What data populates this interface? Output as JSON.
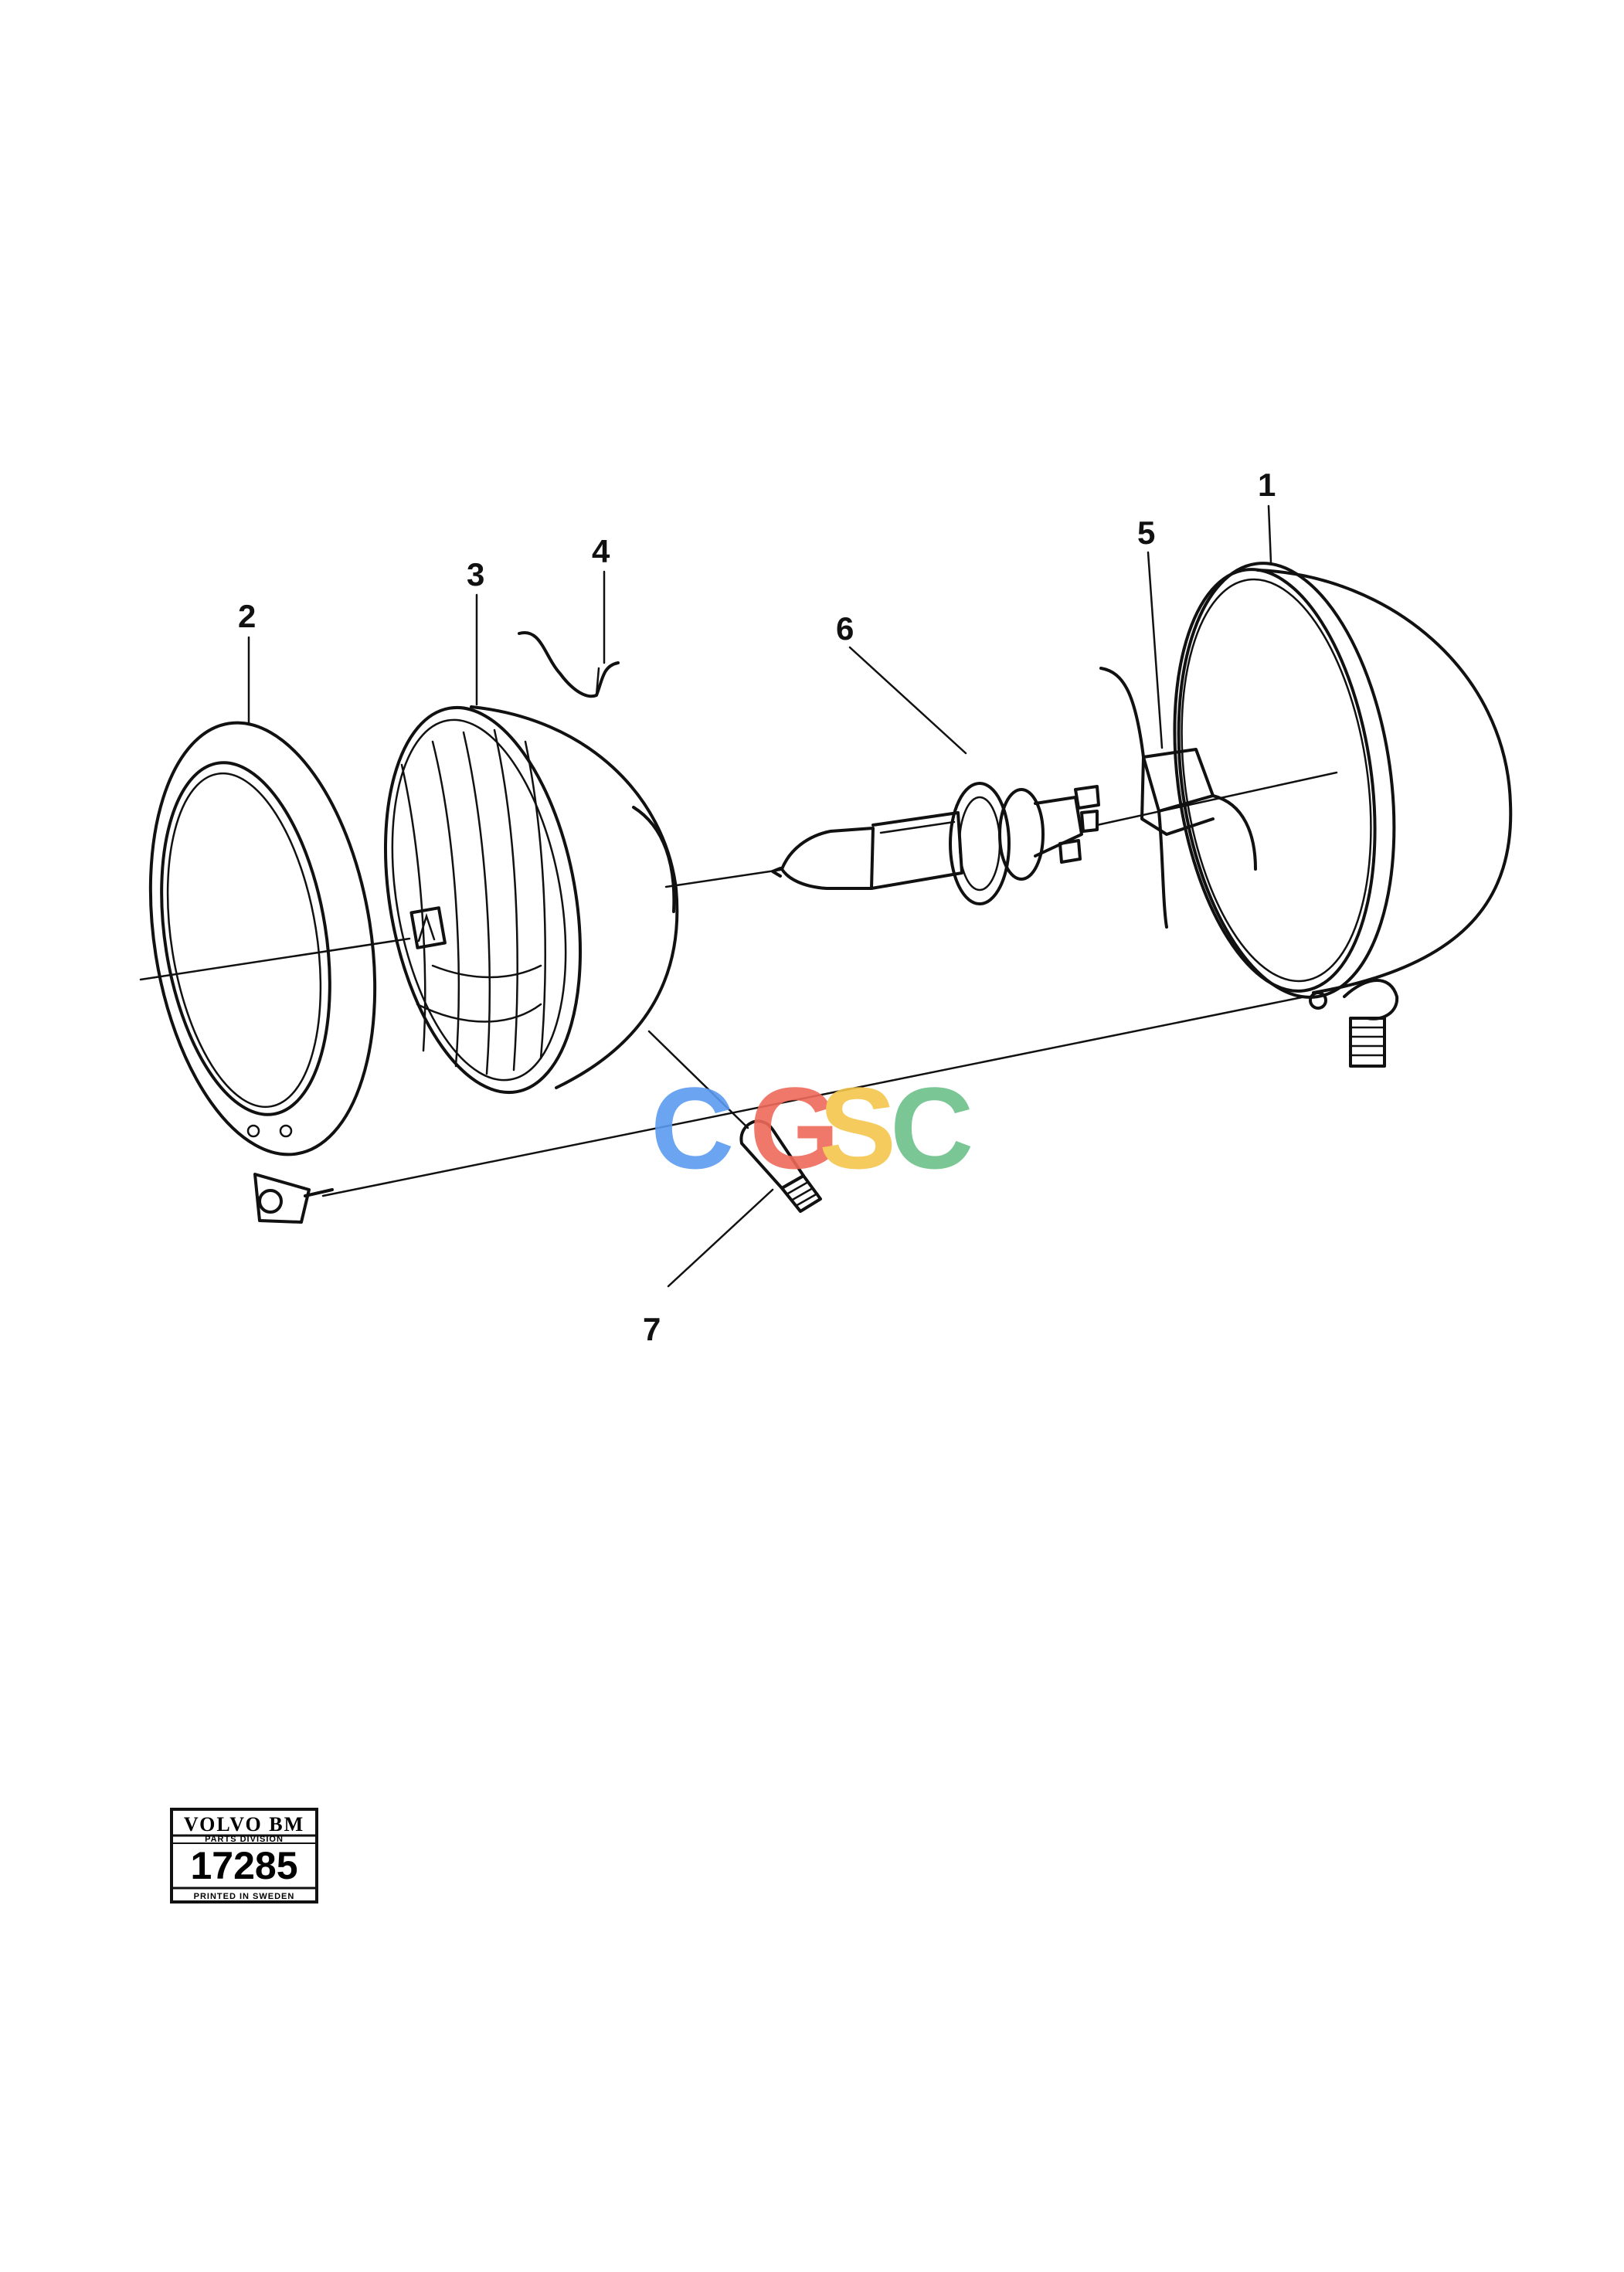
{
  "callouts": {
    "c1": "1",
    "c2": "2",
    "c3": "3",
    "c4": "4",
    "c5": "5",
    "c6": "6",
    "c7": "7"
  },
  "watermark": {
    "letters": [
      "C",
      "G",
      "S",
      "C"
    ],
    "colors": [
      "#5b9bf0",
      "#ef6a5a",
      "#f4c64c",
      "#6cc28a"
    ]
  },
  "stamp": {
    "brand": "VOLVO BM",
    "division": "PARTS DIVISION",
    "number": "17285",
    "printed": "PRINTED IN SWEDEN"
  }
}
